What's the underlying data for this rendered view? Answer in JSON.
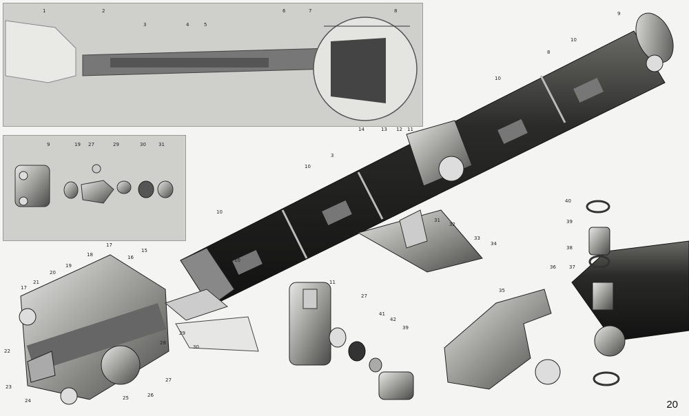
{
  "page_number": "20",
  "callouts": {
    "inset_top": [
      "1",
      "2",
      "3",
      "4",
      "5",
      "6",
      "7",
      "8"
    ],
    "inset_mid": [
      "9",
      "19",
      "27",
      "29",
      "30",
      "31"
    ],
    "main": [
      "8",
      "9",
      "10",
      "10",
      "10",
      "10",
      "10",
      "11",
      "12",
      "13",
      "14",
      "3",
      "31",
      "32",
      "33",
      "34"
    ],
    "left_detail": [
      "15",
      "16",
      "17",
      "17",
      "18",
      "19",
      "20",
      "21",
      "22",
      "23",
      "24",
      "25",
      "26",
      "27",
      "28",
      "29",
      "30"
    ],
    "cross_detail": [
      "11",
      "27",
      "39",
      "41",
      "42"
    ],
    "right_detail": [
      "35",
      "36",
      "37",
      "38",
      "39",
      "40"
    ]
  }
}
